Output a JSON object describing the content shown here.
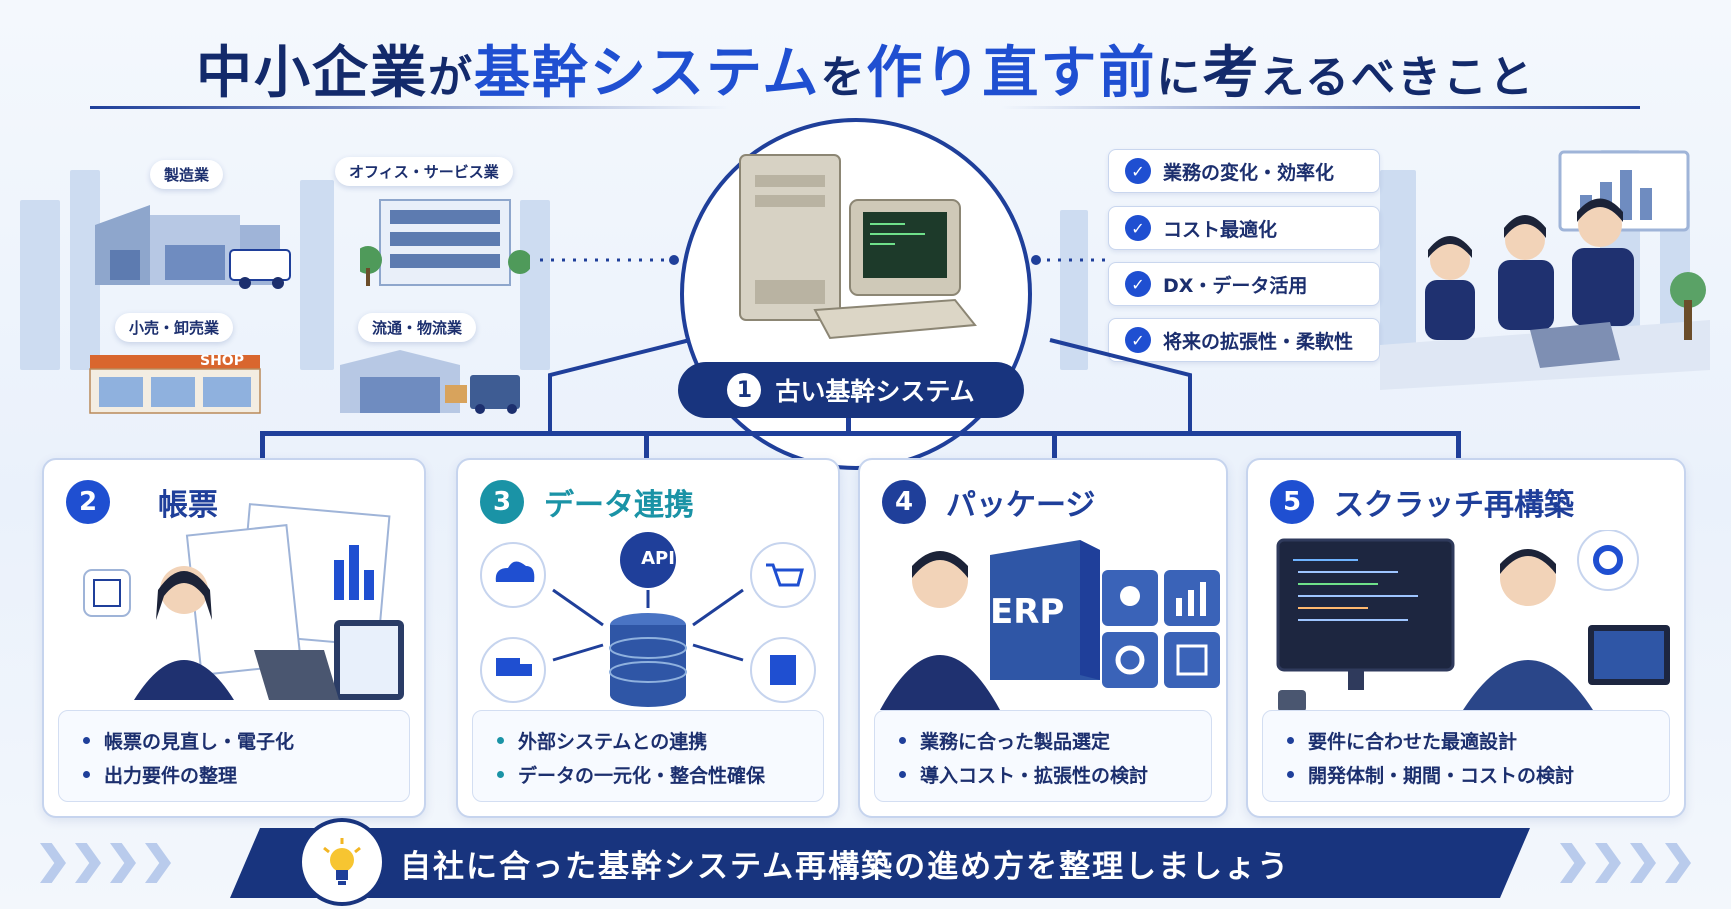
{
  "title": {
    "part1": "中小企業",
    "part2": "が",
    "part3": "基幹システム",
    "part4": "を",
    "part5": "作り直す前",
    "part6": "に",
    "part7": "考",
    "part8": "えるべきこと"
  },
  "industries": [
    {
      "label": "製造業"
    },
    {
      "label": "オフィス・サービス業"
    },
    {
      "label": "小売・卸売業"
    },
    {
      "label": "流通・物流業"
    }
  ],
  "shop_sign": "SHOP",
  "legacy": {
    "num": "1",
    "label": "古い基幹システム"
  },
  "checklist": [
    {
      "label": "業務の変化・効率化"
    },
    {
      "label": "コスト最適化"
    },
    {
      "label": "DX・データ活用"
    },
    {
      "label": "将来の拡張性・柔軟性"
    }
  ],
  "cards": [
    {
      "num": "2",
      "title": "帳票",
      "color": "#1f4fd1",
      "bullets": [
        "帳票の見直し・電子化",
        "出力要件の整理"
      ]
    },
    {
      "num": "3",
      "title": "データ連携",
      "color": "#1a93a6",
      "bullets": [
        "外部システムとの連携",
        "データの一元化・整合性確保"
      ]
    },
    {
      "num": "4",
      "title": "パッケージ",
      "color": "#1f3f9a",
      "bullets": [
        "業務に合った製品選定",
        "導入コスト・拡張性の検討"
      ]
    },
    {
      "num": "5",
      "title": "スクラッチ再構築",
      "color": "#1f4fd1",
      "bullets": [
        "要件に合わせた最適設計",
        "開発体制・期間・コストの検討"
      ]
    }
  ],
  "api_label": "API",
  "erp_label": "ERP",
  "banner": {
    "text": "自社に合った基幹システム再構築の進め方を整理しましょう"
  },
  "colors": {
    "navy": "#18347e",
    "accent": "#1f4fd1",
    "teal": "#1a93a6"
  }
}
